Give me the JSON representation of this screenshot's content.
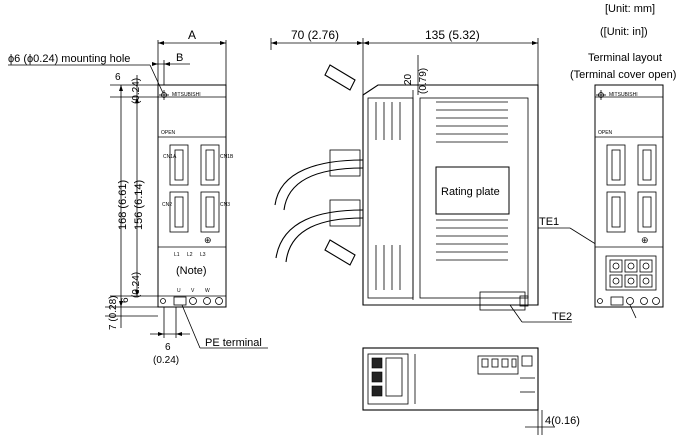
{
  "units": {
    "mm": "[Unit: mm]",
    "inch": "([Unit: in])"
  },
  "terminal_layout": {
    "title_line1": "Terminal layout",
    "title_line2": "(Terminal cover open)"
  },
  "dims": {
    "A": "A",
    "B": "B",
    "mounting_hole": "ϕ6 (ϕ0.24) mounting hole",
    "six_top": "6",
    "six_top_in": "(0.24)",
    "h168": "168 (6.61)",
    "h156": "156 (6.14)",
    "six_bottom": "6",
    "six_bottom_in": "(0.24)",
    "seven": "7 (0.28)",
    "six_pe": "6",
    "six_pe_in": "(0.24)",
    "depth70": "70 (2.76)",
    "depth135": "135 (5.32)",
    "twenty": "20",
    "twenty_in": "(0.79)",
    "four": "4(0.16)"
  },
  "labels": {
    "pe_terminal": "PE terminal",
    "rating_plate": "Rating plate",
    "te1": "TE1",
    "te2": "TE2",
    "note": "(Note)",
    "mitsubishi": "MITSUBISHI",
    "open": "OPEN",
    "cn1a": "CN1A",
    "cn1b": "CN1B",
    "cn2": "CN2",
    "cn3": "CN3",
    "l1": "L1",
    "l2": "L2",
    "l3": "L3",
    "u": "U",
    "v": "V",
    "w": "W"
  }
}
